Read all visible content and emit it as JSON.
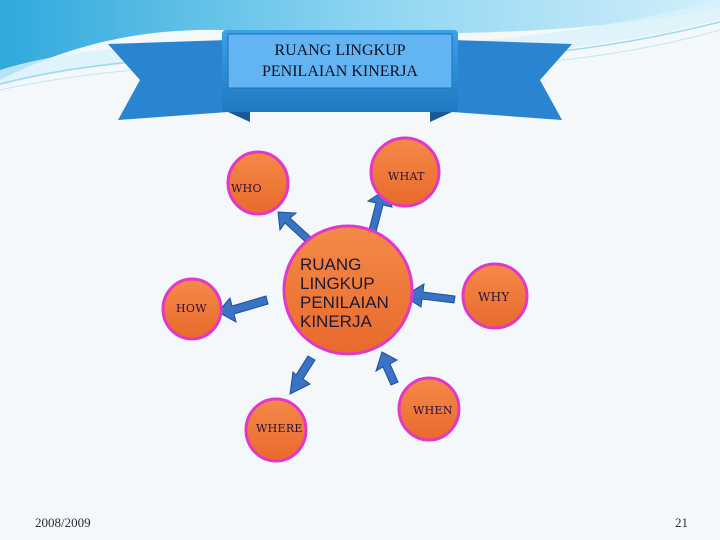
{
  "banner": {
    "line1": "RUANG LINGKUP",
    "line2": "PENILAIAN KINERJA"
  },
  "center": {
    "lines": [
      "RUANG",
      "LINGKUP",
      "PENILAIAN",
      "KINERJA"
    ]
  },
  "nodes": {
    "who": "WHO",
    "what": "WHAT",
    "how": "HOW",
    "why": "WHY",
    "where": "WHERE",
    "when": "WHEN"
  },
  "footer": {
    "date": "2008/2009",
    "page": "21"
  },
  "colors": {
    "node_fill": "#ee7a3a",
    "node_border": "#e237c8",
    "arrow_fill": "#3a73c4",
    "banner_fill": "#2f93dd",
    "banner_text_box": "#5aaef0"
  }
}
